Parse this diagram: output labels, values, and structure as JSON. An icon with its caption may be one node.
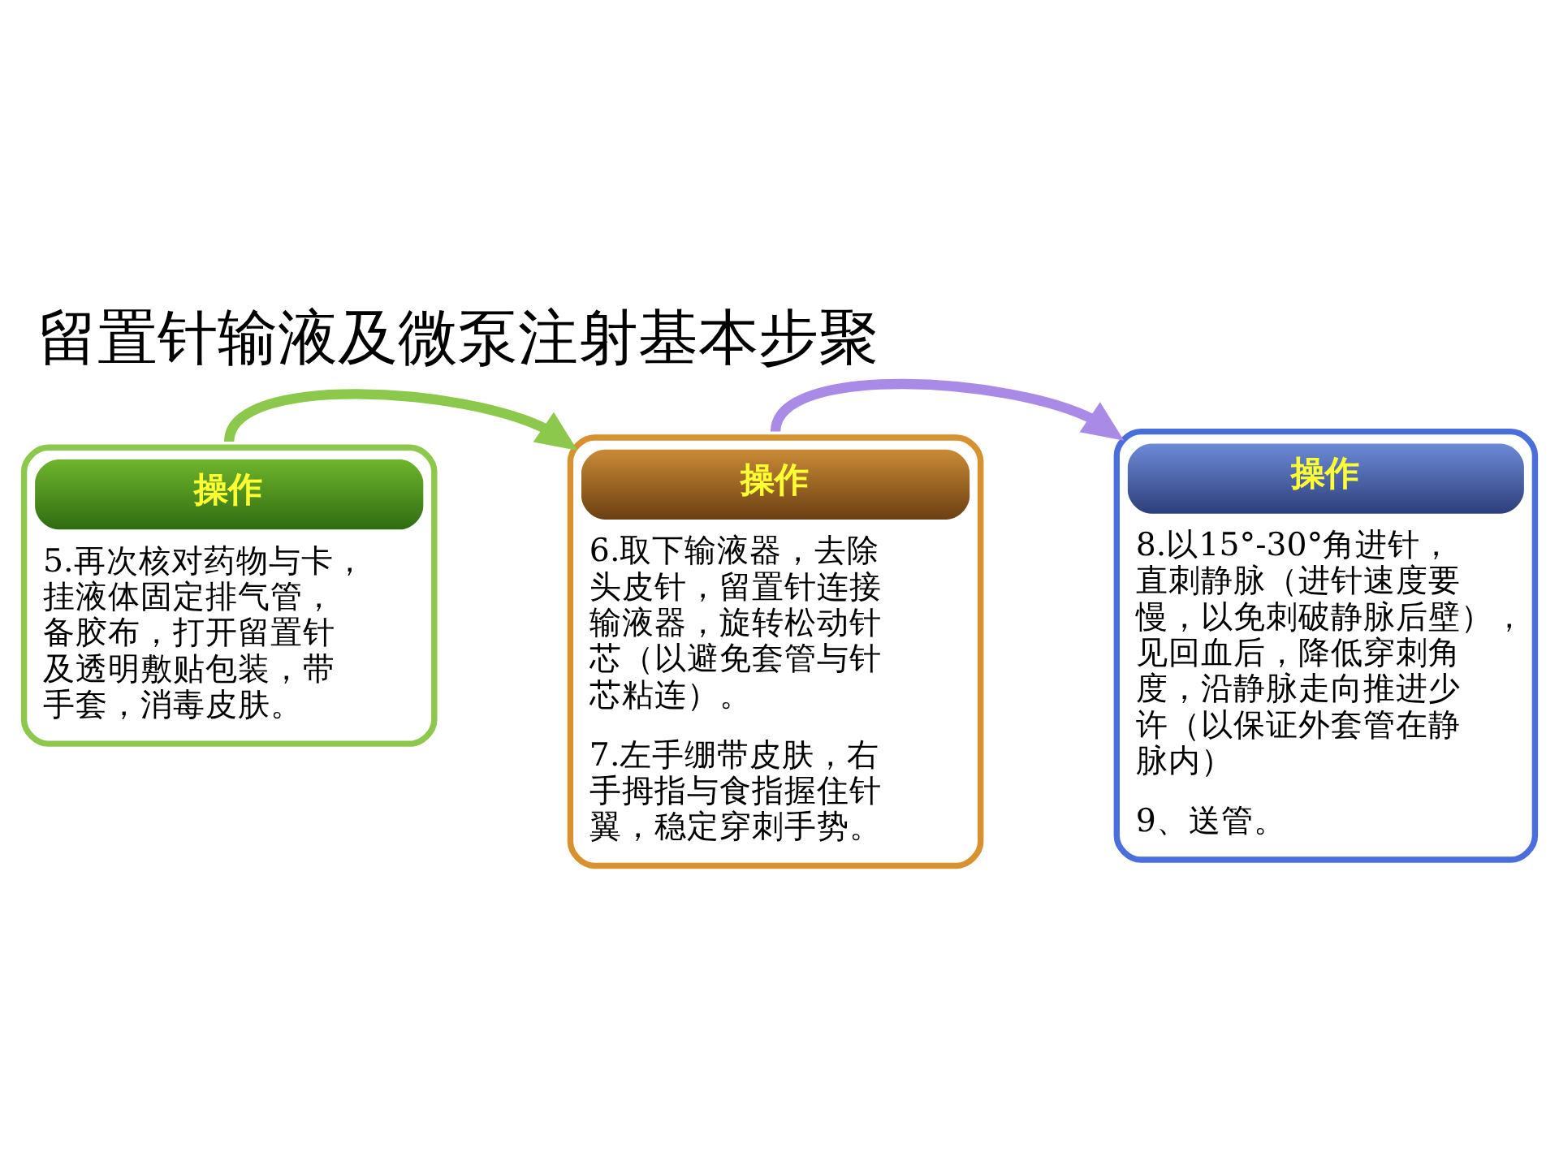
{
  "diagram": {
    "title": "留置针输液及微泵注射基本步聚",
    "nodes": [
      {
        "text": [
          "操作",
          "5.再次核对药物与卡，挂液体固定排气管，备胶布，打开留置针及透明敷贴包装，带手套，消毒皮肤。"
        ]
      },
      {
        "text": [
          "操作",
          "6.取下输液器，去除头皮针，留置针连接输液器，旋转松动针芯（以避免套管与针芯粘连）。",
          "7.左手绷带皮肤，右手拇指与食指握住针翼，稳定穿刺手势。"
        ]
      },
      {
        "text": [
          "操作",
          "8.以15°-30°角进针，直刺静脉（进针速度要慢，以免刺破静脉后壁），见回血后，降低穿刺角度，沿静脉走向推进少许（以保证外套管在静脉内）",
          "9、送管。"
        ]
      }
    ],
    "edges": [
      {
        "from": 0,
        "to": 1,
        "arrow": "to",
        "color": "#8cc84b"
      },
      {
        "from": 1,
        "to": 2,
        "arrow": "to",
        "color": "#a98ae6"
      }
    ]
  }
}
